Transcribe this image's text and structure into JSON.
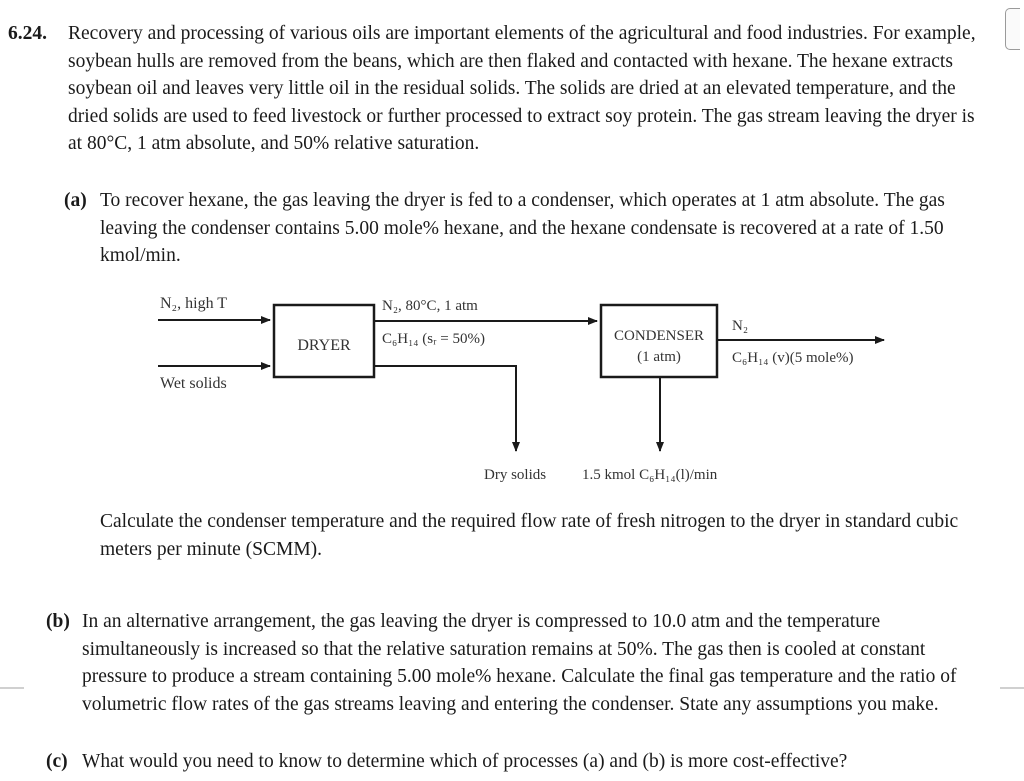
{
  "problem": {
    "number": "6.24.",
    "text": "Recovery and processing of various oils are important elements of the agricultural and food industries. For example, soybean hulls are removed from the beans, which are then flaked and contacted with hexane. The hexane extracts soybean oil and leaves very little oil in the residual solids. The solids are dried at an elevated temperature, and the dried solids are used to feed livestock or further processed to extract soy protein. The gas stream leaving the dryer is at 80°C, 1 atm absolute, and 50% relative saturation."
  },
  "part_a": {
    "label": "(a)",
    "text": "To recover hexane, the gas leaving the dryer is fed to a condenser, which operates at 1 atm absolute. The gas leaving the condenser contains 5.00 mole% hexane, and the hexane condensate is recovered at a rate of 1.50 kmol/min.",
    "calc": "Calculate the condenser temperature and the required flow rate of fresh nitrogen to the dryer in standard cubic meters per minute (SCMM)."
  },
  "part_b": {
    "label": "(b)",
    "text": "In an alternative arrangement, the gas leaving the dryer is compressed to 10.0 atm and the temperature simultaneously is increased so that the relative saturation remains at 50%. The gas then is cooled at constant pressure to produce a stream containing 5.00 mole% hexane. Calculate the final gas temperature and the ratio of volumetric flow rates of the gas streams leaving and entering the condenser. State any assumptions you make."
  },
  "part_c": {
    "label": "(c)",
    "text": "What would you need to know to determine which of processes (a) and (b) is more cost-effective?"
  },
  "diagram": {
    "n2_feed": "N₂, high T",
    "wet_solids": "Wet solids",
    "dryer": "DRYER",
    "dryer_out_line1": "N₂, 80°C, 1 atm",
    "dryer_out_line2": "C₆H₁₄ (sᵣ = 50%)",
    "condenser": "CONDENSER",
    "condenser_p": "(1 atm)",
    "cond_out_line1": "N₂",
    "cond_out_line2": "C₆H₁₄ (v)(5 mole%)",
    "dry_solids": "Dry solids",
    "condensate": "1.5 kmol C₆H₁₄(l)/min"
  }
}
